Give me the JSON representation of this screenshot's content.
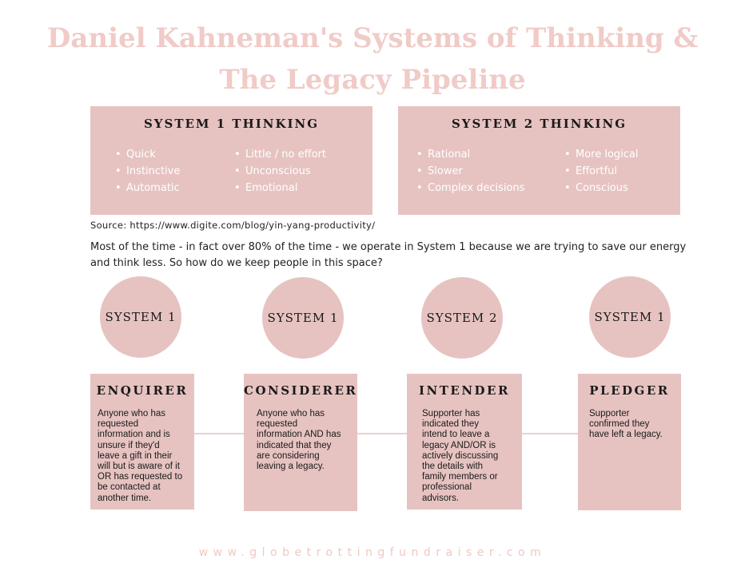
{
  "title": {
    "line1": "Daniel Kahneman's Systems of Thinking &",
    "line2": "The Legacy Pipeline"
  },
  "system1": {
    "heading": "SYSTEM 1 THINKING",
    "col1": [
      "Quick",
      "Instinctive",
      "Automatic"
    ],
    "col2": [
      "Little / no effort",
      "Unconscious",
      "Emotional"
    ]
  },
  "system2": {
    "heading": "SYSTEM 2 THINKING",
    "col1": [
      "Rational",
      "Slower",
      "Complex decisions"
    ],
    "col2": [
      "More logical",
      "Effortful",
      "Conscious"
    ]
  },
  "source": "Source: https://www.digite.com/blog/yin-yang-productivity/",
  "intro": {
    "line1": "Most of the time - in fact over 80% of the time - we operate in System 1 because we are trying to save our energy",
    "line2": "and think less. So how do we keep people in this space?"
  },
  "stages": [
    {
      "system": "SYSTEM 1",
      "title": "ENQUIRER",
      "lines": [
        "Anyone who has",
        "requested",
        "information and is",
        "unsure if they'd",
        "leave a gift in their",
        "will but is aware of it",
        "OR has requested to",
        "be contacted at",
        "another time."
      ]
    },
    {
      "system": "SYSTEM 1",
      "title": "CONSIDERER",
      "lines": [
        "Anyone who has",
        "requested",
        "information AND has",
        "indicated that they",
        "are considering",
        "leaving a legacy."
      ]
    },
    {
      "system": "SYSTEM 2",
      "title": "INTENDER",
      "lines": [
        "Supporter has",
        "indicated they",
        "intend to leave a",
        "legacy AND/OR is",
        "actively discussing",
        "the details with",
        "family members or",
        "professional",
        "advisors."
      ]
    },
    {
      "system": "SYSTEM 1",
      "title": "PLEDGER",
      "lines": [
        "Supporter",
        "confirmed they",
        "have left a legacy."
      ]
    }
  ],
  "footer": "www.globetrottingfundraiser.com",
  "colors": {
    "title_pink": "#f0cbc7",
    "box_pink": "#e6c3c1",
    "footer_pink": "#f0c8c3"
  }
}
